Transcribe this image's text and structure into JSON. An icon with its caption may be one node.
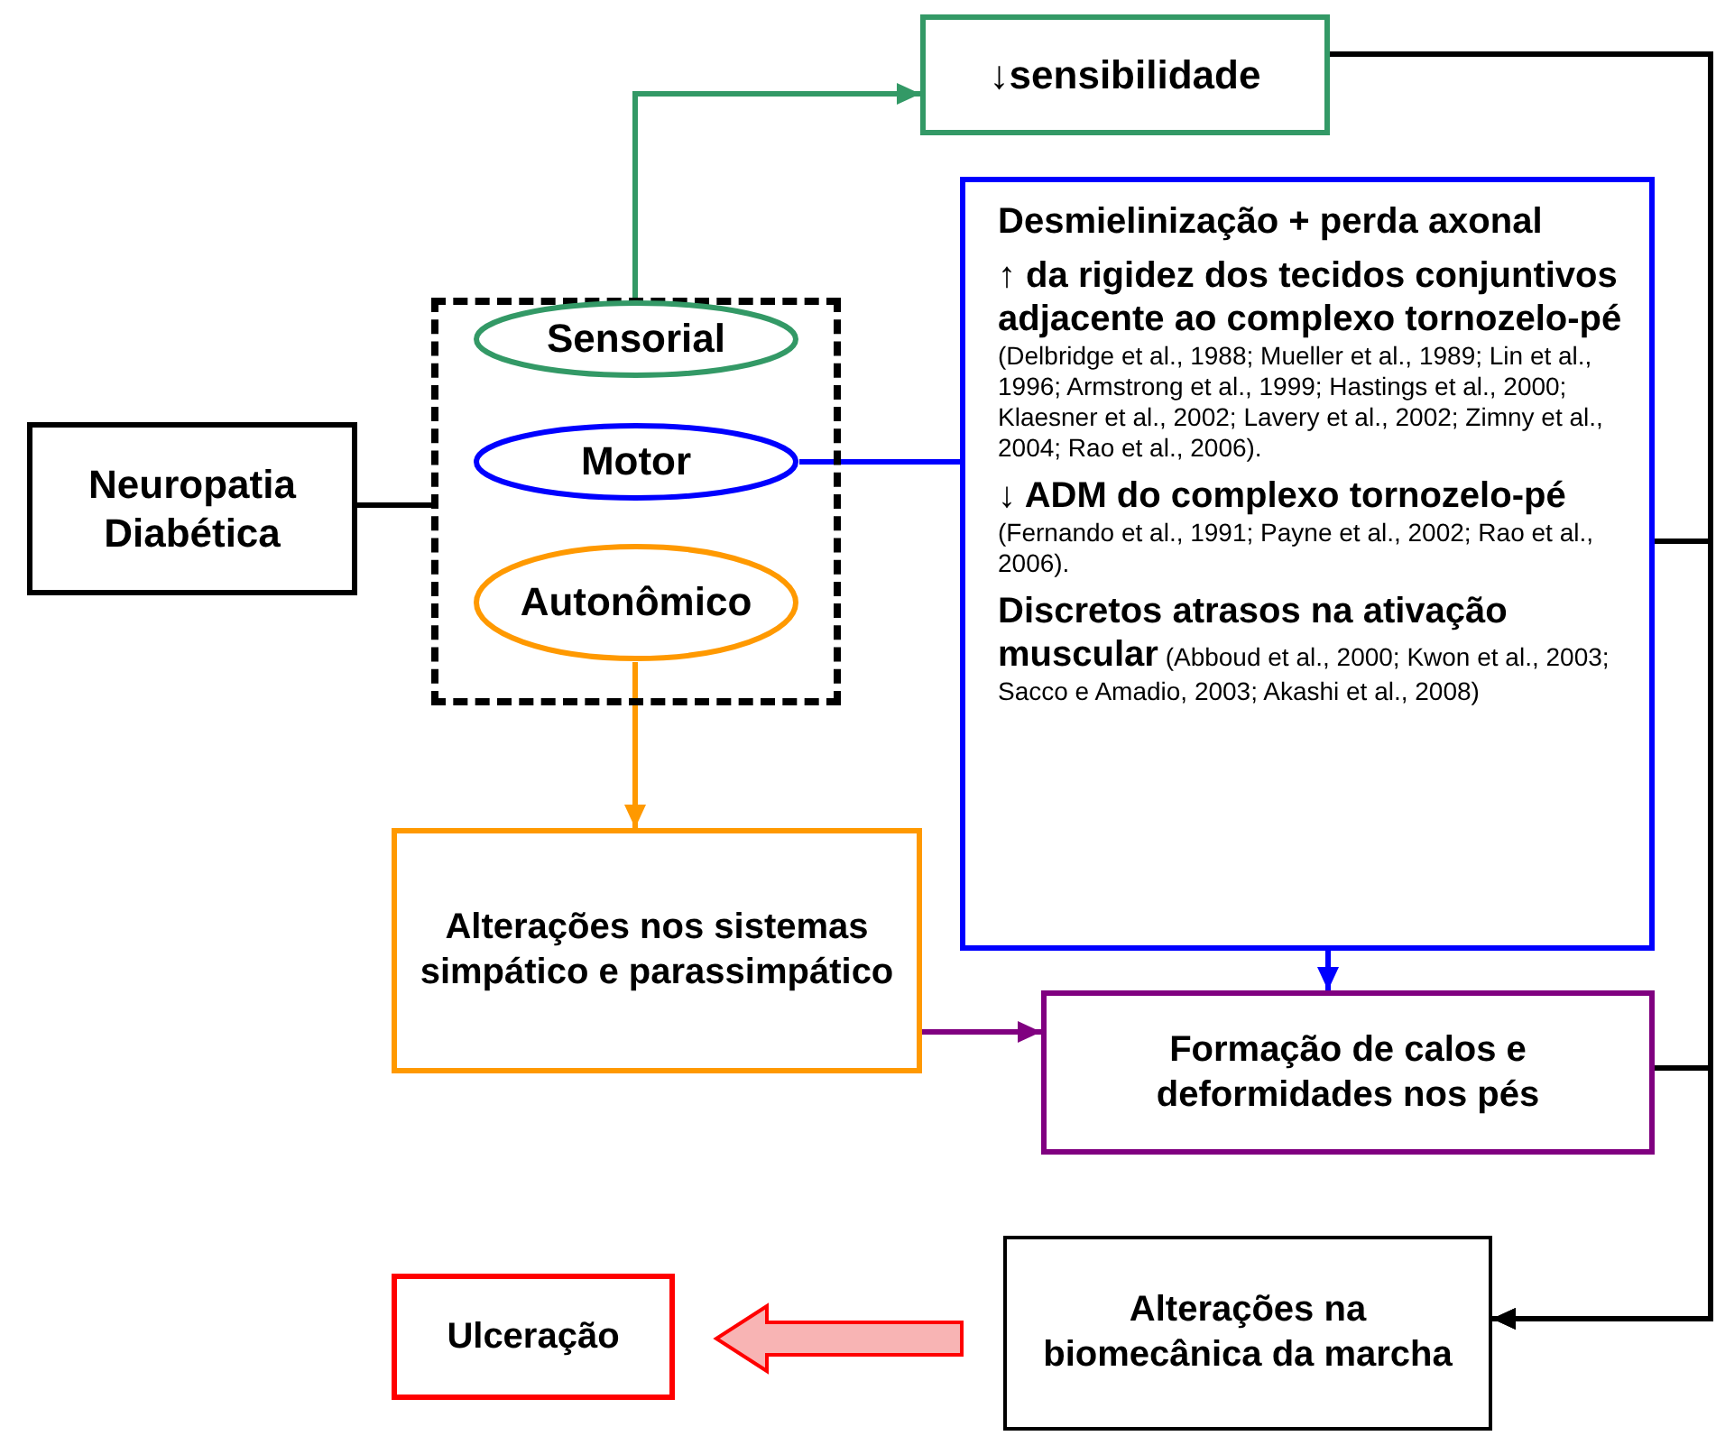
{
  "diagram": {
    "nodes": [
      {
        "text": [
          "Neuropatia Diabética"
        ]
      },
      {
        "text": [],
        "shape": "box"
      },
      {
        "text": [
          "Sensorial"
        ],
        "in": 1
      },
      {
        "text": [
          "Motor"
        ],
        "in": 1
      },
      {
        "text": [
          "Autonômico"
        ],
        "in": 1
      },
      {
        "text": [
          "↓sensibilidade"
        ]
      },
      {
        "text": [
          "**Desmielinização + perda axonal**",
          "**↑ da rigidez dos tecidos conjuntivos adjacente ao complexo tornozelo-pé** (Delbridge et al., 1988; Mueller et al., 1989; Lin et al., 1996; Armstrong et al., 1999; Hastings et al., 2000; Klaesner et al., 2002; Lavery et al., 2002; Zimny et al., 2004; Rao et al., 2006).",
          "**↓ ADM do complexo tornozelo-pé** (Fernando et al., 1991; Payne et al., 2002; Rao et al., 2006).",
          "**Discretos atrasos na ativação muscular** (Abboud et al., 2000; Kwon et al., 2003; Sacco e Amadio, 2003; Akashi et al., 2008)"
        ]
      },
      {
        "text": [
          "Alterações nos sistemas simpático e parassimpático"
        ]
      },
      {
        "text": [
          "Formação de calos e deformidades nos pés"
        ]
      },
      {
        "text": [
          "Alterações na biomecânica da marcha"
        ]
      },
      {
        "text": [
          "Ulceração"
        ]
      }
    ],
    "edges": [
      {
        "from": 0,
        "to": 1,
        "arrow": "none"
      },
      {
        "from": 2,
        "to": 5,
        "arrow": "to",
        "color": "#339966"
      },
      {
        "from": 3,
        "to": 6,
        "arrow": "none",
        "color": "#0000ff"
      },
      {
        "from": 4,
        "to": 7,
        "arrow": "to",
        "color": "#ff9900"
      },
      {
        "from": 7,
        "to": 8,
        "arrow": "to",
        "color": "#800080"
      },
      {
        "from": 6,
        "to": 8,
        "arrow": "to",
        "color": "#0000ff"
      },
      {
        "from": 5,
        "to": 9,
        "arrow": "to"
      },
      {
        "from": 6,
        "to": 9,
        "arrow": "to"
      },
      {
        "from": 8,
        "to": 9,
        "arrow": "to"
      },
      {
        "from": 9,
        "to": 10,
        "arrow": "to",
        "style": "thick",
        "color": "#ff0000"
      }
    ]
  }
}
